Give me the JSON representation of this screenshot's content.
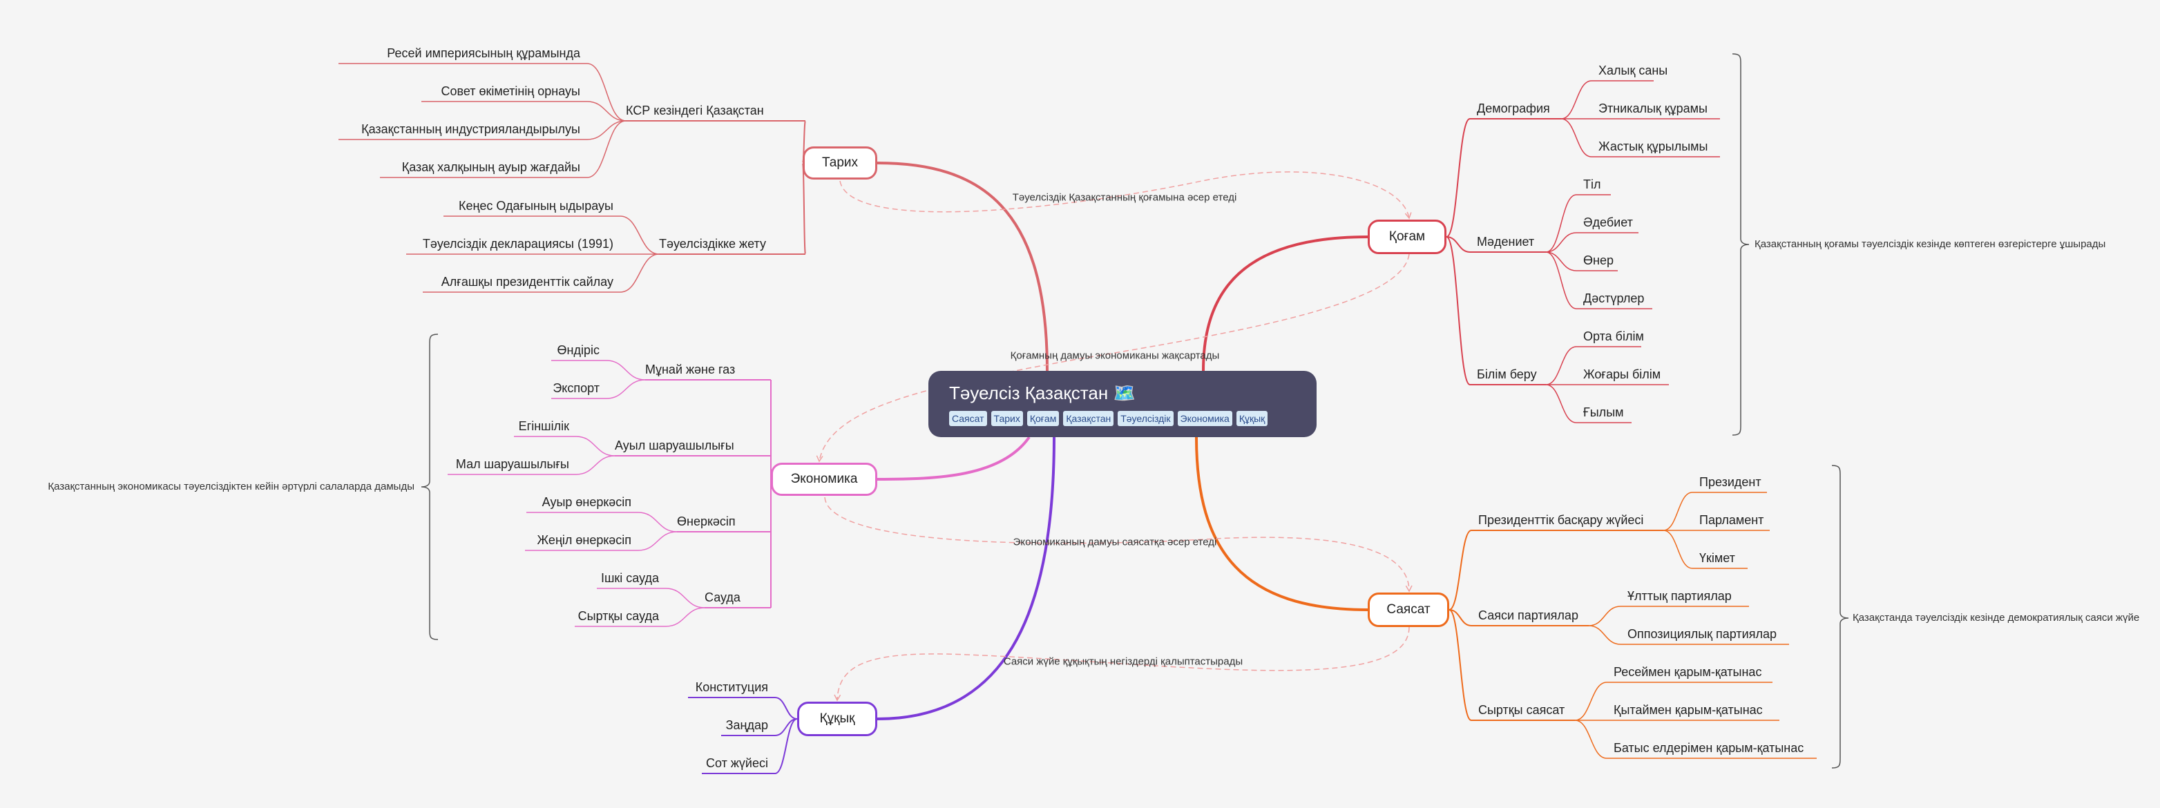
{
  "root": {
    "title": "Тәуелсіз Қазақстан 🗺️",
    "tags": [
      "Саясат",
      "Тарих",
      "Қоғам",
      "Қазақстан",
      "Тәуелсіздік",
      "Экономика",
      "Құқық"
    ]
  },
  "colors": {
    "tarih": "#d9656b",
    "qogam": "#d8414f",
    "ekonomika": "#e46bc8",
    "sayasat": "#ee6a1b",
    "quqyq": "#7c3ad8",
    "relation": "#f0a0a0",
    "root_bg": "#4b4a66"
  },
  "branches": {
    "tarih": {
      "label": "Тарих",
      "subs": [
        {
          "label": "КСР кезіндегі Қазақстан",
          "leaves": [
            "Ресей империясының құрамында",
            "Совет өкіметінің орнауы",
            "Қазақстанның индустрияландырылуы",
            "Қазақ халқының ауыр жағдайы"
          ]
        },
        {
          "label": "Тәуелсіздікке жету",
          "leaves": [
            "Кеңес Одағының ыдырауы",
            "Тәуелсіздік декларациясы (1991)",
            "Алғашқы президенттік сайлау"
          ]
        }
      ]
    },
    "ekonomika": {
      "label": "Экономика",
      "summary": "Қазақстанның экономикасы тәуелсіздіктен кейін әртүрлі салаларда дамыды",
      "subs": [
        {
          "label": "Мұнай және газ",
          "leaves": [
            "Өндіріс",
            "Экспорт"
          ]
        },
        {
          "label": "Ауыл шаруашылығы",
          "leaves": [
            "Егіншілік",
            "Мал шаруашылығы"
          ]
        },
        {
          "label": "Өнеркәсіп",
          "leaves": [
            "Ауыр өнеркәсіп",
            "Жеңіл өнеркәсіп"
          ]
        },
        {
          "label": "Сауда",
          "leaves": [
            "Ішкі сауда",
            "Сыртқы сауда"
          ]
        }
      ]
    },
    "quqyq": {
      "label": "Құқық",
      "leaves": [
        "Конституция",
        "Заңдар",
        "Сот жүйесі"
      ]
    },
    "qogam": {
      "label": "Қоғам",
      "summary": "Қазақстанның қоғамы тәуелсіздік кезінде көптеген өзгерістерге ұшырады",
      "subs": [
        {
          "label": "Демография",
          "leaves": [
            "Халық саны",
            "Этникалық құрамы",
            "Жастық құрылымы"
          ]
        },
        {
          "label": "Мәдениет",
          "leaves": [
            "Тіл",
            "Әдебиет",
            "Өнер",
            "Дәстүрлер"
          ]
        },
        {
          "label": "Білім беру",
          "leaves": [
            "Орта білім",
            "Жоғары білім",
            "Ғылым"
          ]
        }
      ]
    },
    "sayasat": {
      "label": "Саясат",
      "summary": "Қазақстанда тәуелсіздік кезінде демократиялық саяси жүйе",
      "subs": [
        {
          "label": "Президенттік басқару жүйесі",
          "leaves": [
            "Президент",
            "Парламент",
            "Үкімет"
          ]
        },
        {
          "label": "Саяси партиялар",
          "leaves": [
            "Ұлттық партиялар",
            "Оппозициялық партиялар"
          ]
        },
        {
          "label": "Сыртқы саясат",
          "leaves": [
            "Ресеймен қарым-қатынас",
            "Қытаймен қарым-қатынас",
            "Батыс елдерімен қарым-қатынас"
          ]
        }
      ]
    }
  },
  "relations": [
    "Тәуелсіздік Қазақстанның қоғамына әсер етеді",
    "Қоғамның дамуы экономиканы жақсартады",
    "Экономиканың дамуы саясатқа әсер етеді",
    "Саяси жүйе құқықтың негіздерді қалыптастырады"
  ]
}
